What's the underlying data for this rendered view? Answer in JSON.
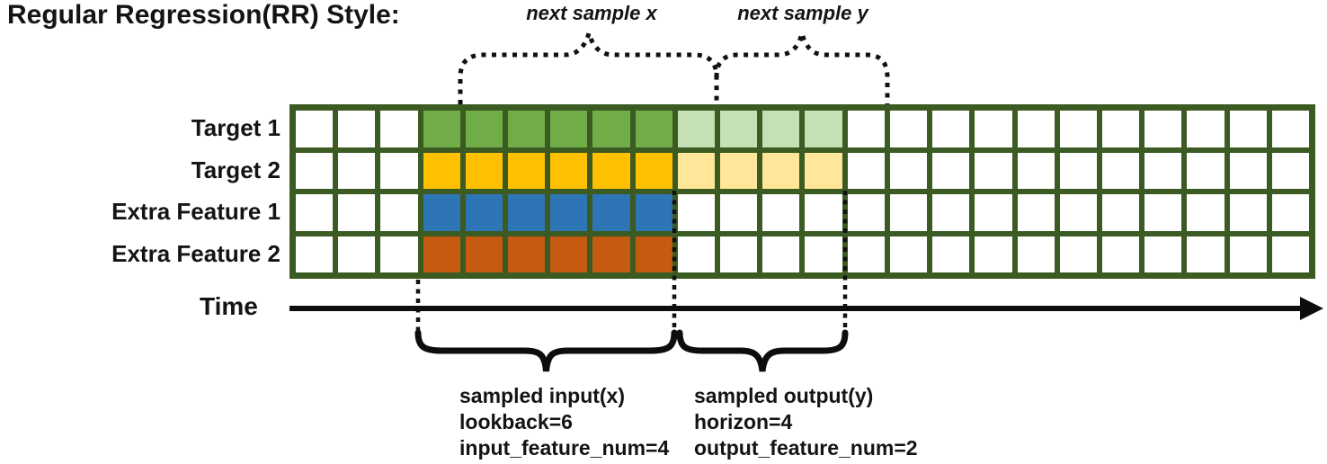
{
  "title": "Regular Regression(RR) Style:",
  "time_axis": {
    "label": "Time"
  },
  "rows": [
    {
      "label": "Target 1",
      "input_color": "#70ad47",
      "output_color": "#c5e0b4"
    },
    {
      "label": "Target 2",
      "input_color": "#ffc000",
      "output_color": "#ffe699"
    },
    {
      "label": "Extra Feature 1",
      "input_color": "#2e75b6",
      "output_color": null
    },
    {
      "label": "Extra Feature 2",
      "input_color": "#c55a11",
      "output_color": null
    }
  ],
  "grid": {
    "total_columns": 24,
    "lead_in_columns": 3,
    "lookback": 6,
    "horizon": 4,
    "border_color": "#3b5b23",
    "empty_cell_color": "#ffffff"
  },
  "annotations": {
    "next_sample_x": "next sample x",
    "next_sample_y": "next sample y",
    "sampled_input": {
      "line1": "sampled input(x)",
      "line2": "lookback=6",
      "line3": "input_feature_num=4"
    },
    "sampled_output": {
      "line1": "sampled output(y)",
      "line2": "horizon=4",
      "line3": "output_feature_num=2"
    }
  },
  "stroke_color": "#0d0d0d"
}
